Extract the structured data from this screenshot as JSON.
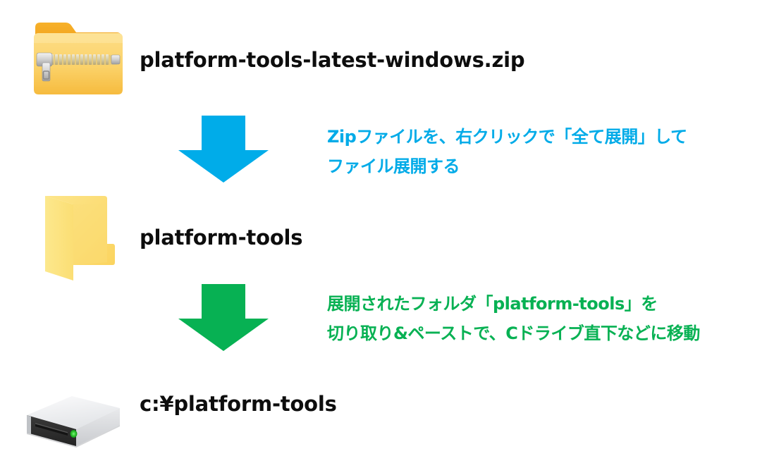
{
  "diagram": {
    "title": "platform-tools setup steps",
    "colors": {
      "arrow_blue": "#00ABE8",
      "arrow_green": "#07B153",
      "text_black": "#0d0d0d",
      "folder_orange": "#F5A623",
      "folder_yellow": "#FBD96B",
      "folder_plain": "#FBE183",
      "drive_body": "#E8E9EB",
      "drive_front": "#2B2B2B",
      "drive_led": "#2FC52F",
      "background": "#FFFFFF"
    },
    "steps": [
      {
        "icon": "zip-folder-icon",
        "label": "platform-tools-latest-windows.zip"
      },
      {
        "icon": "folder-icon",
        "label": "platform-tools"
      },
      {
        "icon": "hard-drive-icon",
        "label": "c:¥platform-tools"
      }
    ],
    "annotations": [
      {
        "name": "unzip-instruction",
        "color": "#00ABE8",
        "arrow": "down-arrow-blue",
        "lines": [
          "Zipファイルを、右クリックで「全て展開」して",
          "ファイル展開する"
        ]
      },
      {
        "name": "move-instruction",
        "color": "#07B153",
        "arrow": "down-arrow-green",
        "lines": [
          "展開されたフォルダ「platform-tools」を",
          "切り取り&ペーストで、Cドライブ直下などに移動"
        ]
      }
    ]
  }
}
